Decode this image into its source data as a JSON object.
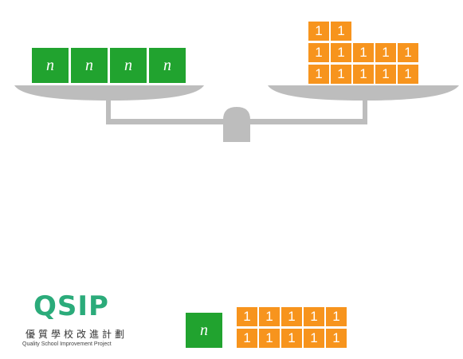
{
  "symbols": {
    "variable": "n",
    "unit": "1"
  },
  "balance": {
    "left_pan_variable_blocks": 4,
    "right_pan_unit_tiles": 12,
    "colors": {
      "variable": "#21a32f",
      "unit": "#f7941d",
      "scale": "#bdbdbd"
    }
  },
  "bottom_equation": {
    "variable_blocks": 1,
    "unit_tiles": 10
  },
  "logo": {
    "name": "QSIP",
    "chinese": "優質學校改進計劃",
    "english": "Quality School Improvement Project",
    "color": "#2bab7a"
  }
}
